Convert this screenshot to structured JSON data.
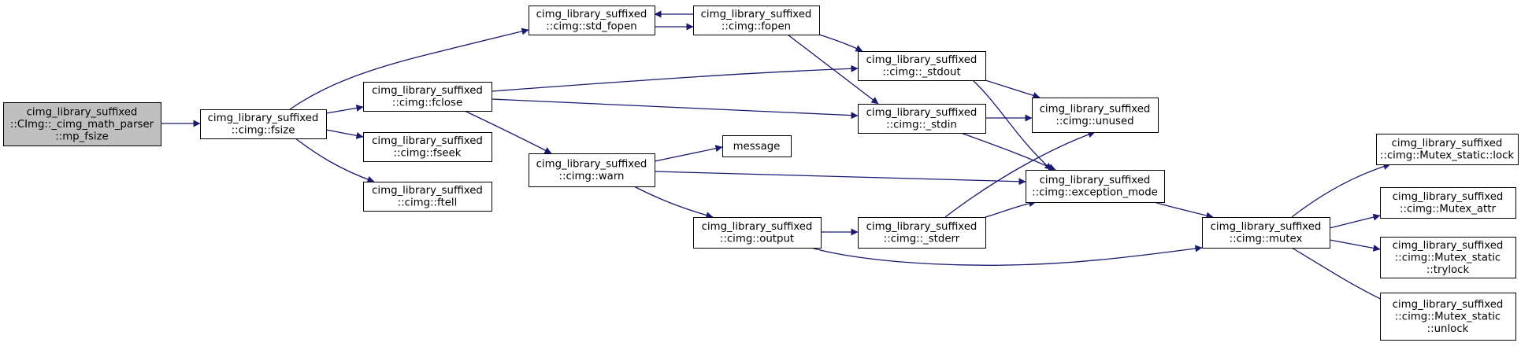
{
  "colors": {
    "edge": "#191970",
    "node_border": "#000000",
    "node_fill": "#ffffff",
    "root_fill": "#bfbfbf",
    "text": "#000000"
  },
  "nodes": [
    {
      "id": "mp_fsize",
      "lines": [
        "cimg_library_suffixed",
        "::CImg::_cimg_math_parser",
        "::mp_fsize"
      ],
      "root": true
    },
    {
      "id": "fsize",
      "lines": [
        "cimg_library_suffixed",
        "::cimg::fsize"
      ]
    },
    {
      "id": "std_fopen",
      "lines": [
        "cimg_library_suffixed",
        "::cimg::std_fopen"
      ]
    },
    {
      "id": "fopen",
      "lines": [
        "cimg_library_suffixed",
        "::cimg::fopen"
      ]
    },
    {
      "id": "fclose",
      "lines": [
        "cimg_library_suffixed",
        "::cimg::fclose"
      ]
    },
    {
      "id": "fseek",
      "lines": [
        "cimg_library_suffixed",
        "::cimg::fseek"
      ]
    },
    {
      "id": "ftell",
      "lines": [
        "cimg_library_suffixed",
        "::cimg::ftell"
      ]
    },
    {
      "id": "stdout",
      "lines": [
        "cimg_library_suffixed",
        "::cimg::_stdout"
      ]
    },
    {
      "id": "stdin",
      "lines": [
        "cimg_library_suffixed",
        "::cimg::_stdin"
      ]
    },
    {
      "id": "unused",
      "lines": [
        "cimg_library_suffixed",
        "::cimg::unused"
      ]
    },
    {
      "id": "warn",
      "lines": [
        "cimg_library_suffixed",
        "::cimg::warn"
      ]
    },
    {
      "id": "message",
      "lines": [
        "message"
      ]
    },
    {
      "id": "exception_mode",
      "lines": [
        "cimg_library_suffixed",
        "::cimg::exception_mode"
      ]
    },
    {
      "id": "output",
      "lines": [
        "cimg_library_suffixed",
        "::cimg::output"
      ]
    },
    {
      "id": "stderr",
      "lines": [
        "cimg_library_suffixed",
        "::cimg::_stderr"
      ]
    },
    {
      "id": "mutex",
      "lines": [
        "cimg_library_suffixed",
        "::cimg::mutex"
      ]
    },
    {
      "id": "lock",
      "lines": [
        "cimg_library_suffixed",
        "::cimg::Mutex_static::lock"
      ]
    },
    {
      "id": "mutex_attr",
      "lines": [
        "cimg_library_suffixed",
        "::cimg::Mutex_attr"
      ]
    },
    {
      "id": "trylock",
      "lines": [
        "cimg_library_suffixed",
        "::cimg::Mutex_static",
        "::trylock"
      ]
    },
    {
      "id": "unlock",
      "lines": [
        "cimg_library_suffixed",
        "::cimg::Mutex_static",
        "::unlock"
      ]
    }
  ],
  "edges": [
    {
      "from": "mp_fsize",
      "to": "fsize"
    },
    {
      "from": "fsize",
      "to": "std_fopen"
    },
    {
      "from": "fsize",
      "to": "fclose"
    },
    {
      "from": "fsize",
      "to": "fseek"
    },
    {
      "from": "fsize",
      "to": "ftell"
    },
    {
      "from": "std_fopen",
      "to": "fopen"
    },
    {
      "from": "fopen",
      "to": "std_fopen"
    },
    {
      "from": "fopen",
      "to": "stdout"
    },
    {
      "from": "fopen",
      "to": "stdin"
    },
    {
      "from": "fclose",
      "to": "stdout"
    },
    {
      "from": "fclose",
      "to": "stdin"
    },
    {
      "from": "fclose",
      "to": "warn"
    },
    {
      "from": "stdout",
      "to": "unused"
    },
    {
      "from": "stdout",
      "to": "exception_mode"
    },
    {
      "from": "stdin",
      "to": "unused"
    },
    {
      "from": "stdin",
      "to": "exception_mode"
    },
    {
      "from": "warn",
      "to": "message"
    },
    {
      "from": "warn",
      "to": "exception_mode"
    },
    {
      "from": "warn",
      "to": "output"
    },
    {
      "from": "output",
      "to": "stderr"
    },
    {
      "from": "output",
      "to": "mutex"
    },
    {
      "from": "stderr",
      "to": "unused"
    },
    {
      "from": "stderr",
      "to": "exception_mode"
    },
    {
      "from": "exception_mode",
      "to": "mutex"
    },
    {
      "from": "mutex",
      "to": "lock"
    },
    {
      "from": "mutex",
      "to": "mutex_attr"
    },
    {
      "from": "mutex",
      "to": "trylock"
    },
    {
      "from": "mutex",
      "to": "unlock"
    }
  ]
}
